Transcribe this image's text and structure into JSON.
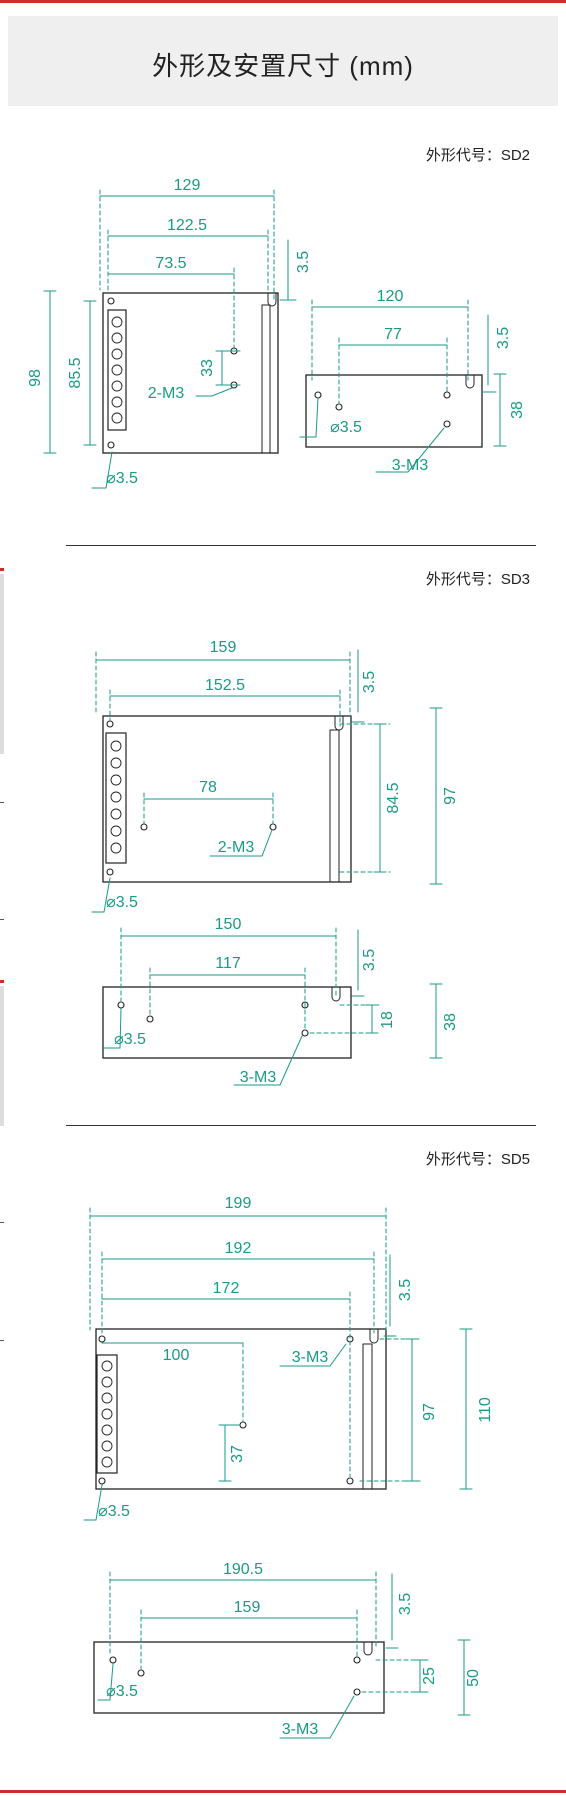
{
  "header": {
    "title": "外形及安置尺寸 (mm)"
  },
  "sections": [
    {
      "code": "外形代号：SD2",
      "top_view": {
        "width": "129",
        "hole_span": "122.5",
        "mid_span": "73.5",
        "notch": "3.5",
        "height": "98",
        "hole_height": "85.5",
        "hole_pitch": "33",
        "screws": "2-M3",
        "hole_dia": "⌀3.5"
      },
      "side_view": {
        "width": "120",
        "hole_span": "77",
        "notch": "3.5",
        "height": "38",
        "screws": "3-M3",
        "hole_dia": "⌀3.5"
      }
    },
    {
      "code": "外形代号：SD3",
      "top_view": {
        "width": "159",
        "hole_span": "152.5",
        "mid_span": "78",
        "notch": "3.5",
        "height": "97",
        "hole_height": "84.5",
        "screws": "2-M3",
        "hole_dia": "⌀3.5"
      },
      "side_view": {
        "width": "150",
        "hole_span": "117",
        "notch": "3.5",
        "height": "38",
        "hole_height": "18",
        "screws": "3-M3",
        "hole_dia": "⌀3.5"
      }
    },
    {
      "code": "外形代号：SD5",
      "top_view": {
        "width": "199",
        "hole_span": "192",
        "mid_span": "172",
        "inner_span": "100",
        "notch": "3.5",
        "height": "110",
        "hole_height": "97",
        "hole_pitch": "37",
        "screws": "3-M3",
        "hole_dia": "⌀3.5"
      },
      "side_view": {
        "width": "190.5",
        "hole_span": "159",
        "notch": "3.5",
        "height": "50",
        "hole_height": "25",
        "screws": "3-M3",
        "hole_dia": "⌀3.5"
      }
    }
  ],
  "colors": {
    "accent": "#d62a2a",
    "dimension": "#1a9a87",
    "outline": "#222222",
    "header_bg": "#efefef"
  }
}
